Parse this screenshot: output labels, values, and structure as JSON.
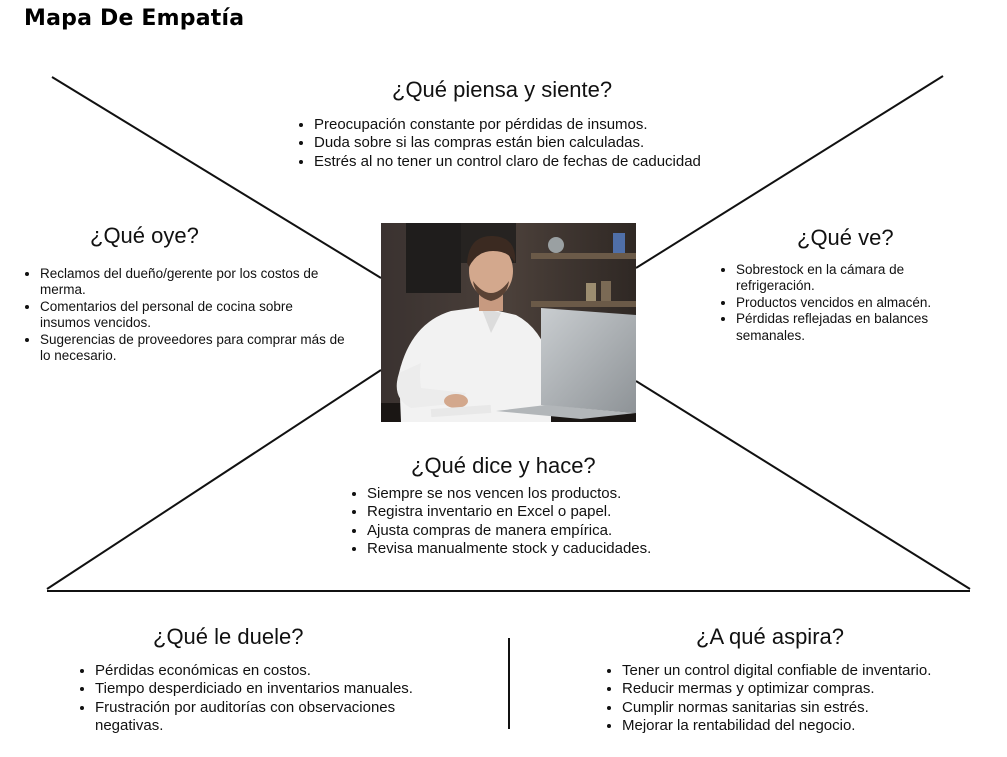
{
  "title": "Mapa De Empatía",
  "sections": {
    "thinks_feels": {
      "heading": "¿Qué piensa y siente?",
      "items": [
        "Preocupación constante por pérdidas de insumos.",
        "Duda sobre si las compras están bien calculadas.",
        "Estrés al no tener un control claro de fechas de caducidad"
      ]
    },
    "hears": {
      "heading": "¿Qué oye?",
      "items": [
        "Reclamos del dueño/gerente por los costos de merma.",
        "Comentarios del personal de cocina sobre insumos vencidos.",
        "Sugerencias de proveedores para comprar más de lo necesario."
      ]
    },
    "sees": {
      "heading": "¿Qué ve?",
      "items": [
        "Sobrestock en la cámara de refrigeración.",
        "Productos vencidos en almacén.",
        "Pérdidas reflejadas en balances semanales."
      ]
    },
    "says_does": {
      "heading": "¿Qué dice y hace?",
      "items": [
        "Siempre se nos vencen los productos.",
        "Registra inventario en Excel o papel.",
        "Ajusta compras de manera empírica.",
        "Revisa manualmente stock y caducidades."
      ]
    },
    "pains": {
      "heading": "¿Qué le duele?",
      "items": [
        "Pérdidas económicas  en costos.",
        "Tiempo desperdiciado en inventarios manuales.",
        "Frustración por auditorías con observaciones negativas."
      ]
    },
    "gains": {
      "heading": "¿A qué aspira?",
      "items": [
        "Tener un control digital confiable de inventario.",
        "Reducir mermas y optimizar compras.",
        "Cumplir normas sanitarias sin estrés.",
        "Mejorar la rentabilidad del negocio."
      ]
    }
  },
  "colors": {
    "line": "#111111",
    "text": "#111111",
    "background": "#ffffff"
  }
}
